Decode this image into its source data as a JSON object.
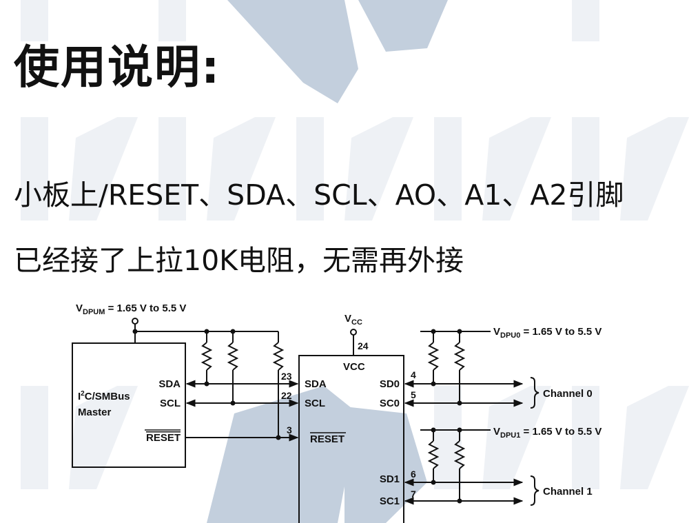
{
  "heading": "使用说明:",
  "description": {
    "line1": "小板上/RESET、SDA、SCL、AO、A1、A2引脚",
    "line2": "已经接了上拉10K电阻，无需再外接"
  },
  "diagram": {
    "supplies": {
      "vdpum": {
        "sym": "V",
        "sub": "DPUM",
        "value": " = 1.65 V to 5.5 V"
      },
      "vcc": {
        "sym": "V",
        "sub": "CC"
      },
      "vdpu0": {
        "sym": "V",
        "sub": "DPU0",
        "value": " = 1.65 V to 5.5 V"
      },
      "vdpu1": {
        "sym": "V",
        "sub": "DPU1",
        "value": " = 1.65 V to 5.5 V"
      }
    },
    "master": {
      "name_prefix": "I",
      "name_sup": "2",
      "name_rest": "C/SMBus",
      "name_line2": "Master",
      "pins": {
        "sda": "SDA",
        "scl": "SCL",
        "reset": "RESET"
      }
    },
    "chip": {
      "vcc_label": "VCC",
      "vcc_pin": "24",
      "pins": [
        {
          "num": "23",
          "label": "SDA"
        },
        {
          "num": "22",
          "label": "SCL"
        },
        {
          "num": "3",
          "label": "RESET"
        },
        {
          "num": "4",
          "label": "SD0"
        },
        {
          "num": "5",
          "label": "SC0"
        },
        {
          "num": "6",
          "label": "SD1"
        },
        {
          "num": "7",
          "label": "SC1"
        }
      ]
    },
    "channels": [
      "Channel 0",
      "Channel 1"
    ]
  },
  "colors": {
    "watermark": "#c3cfdd",
    "ink": "#111111"
  }
}
